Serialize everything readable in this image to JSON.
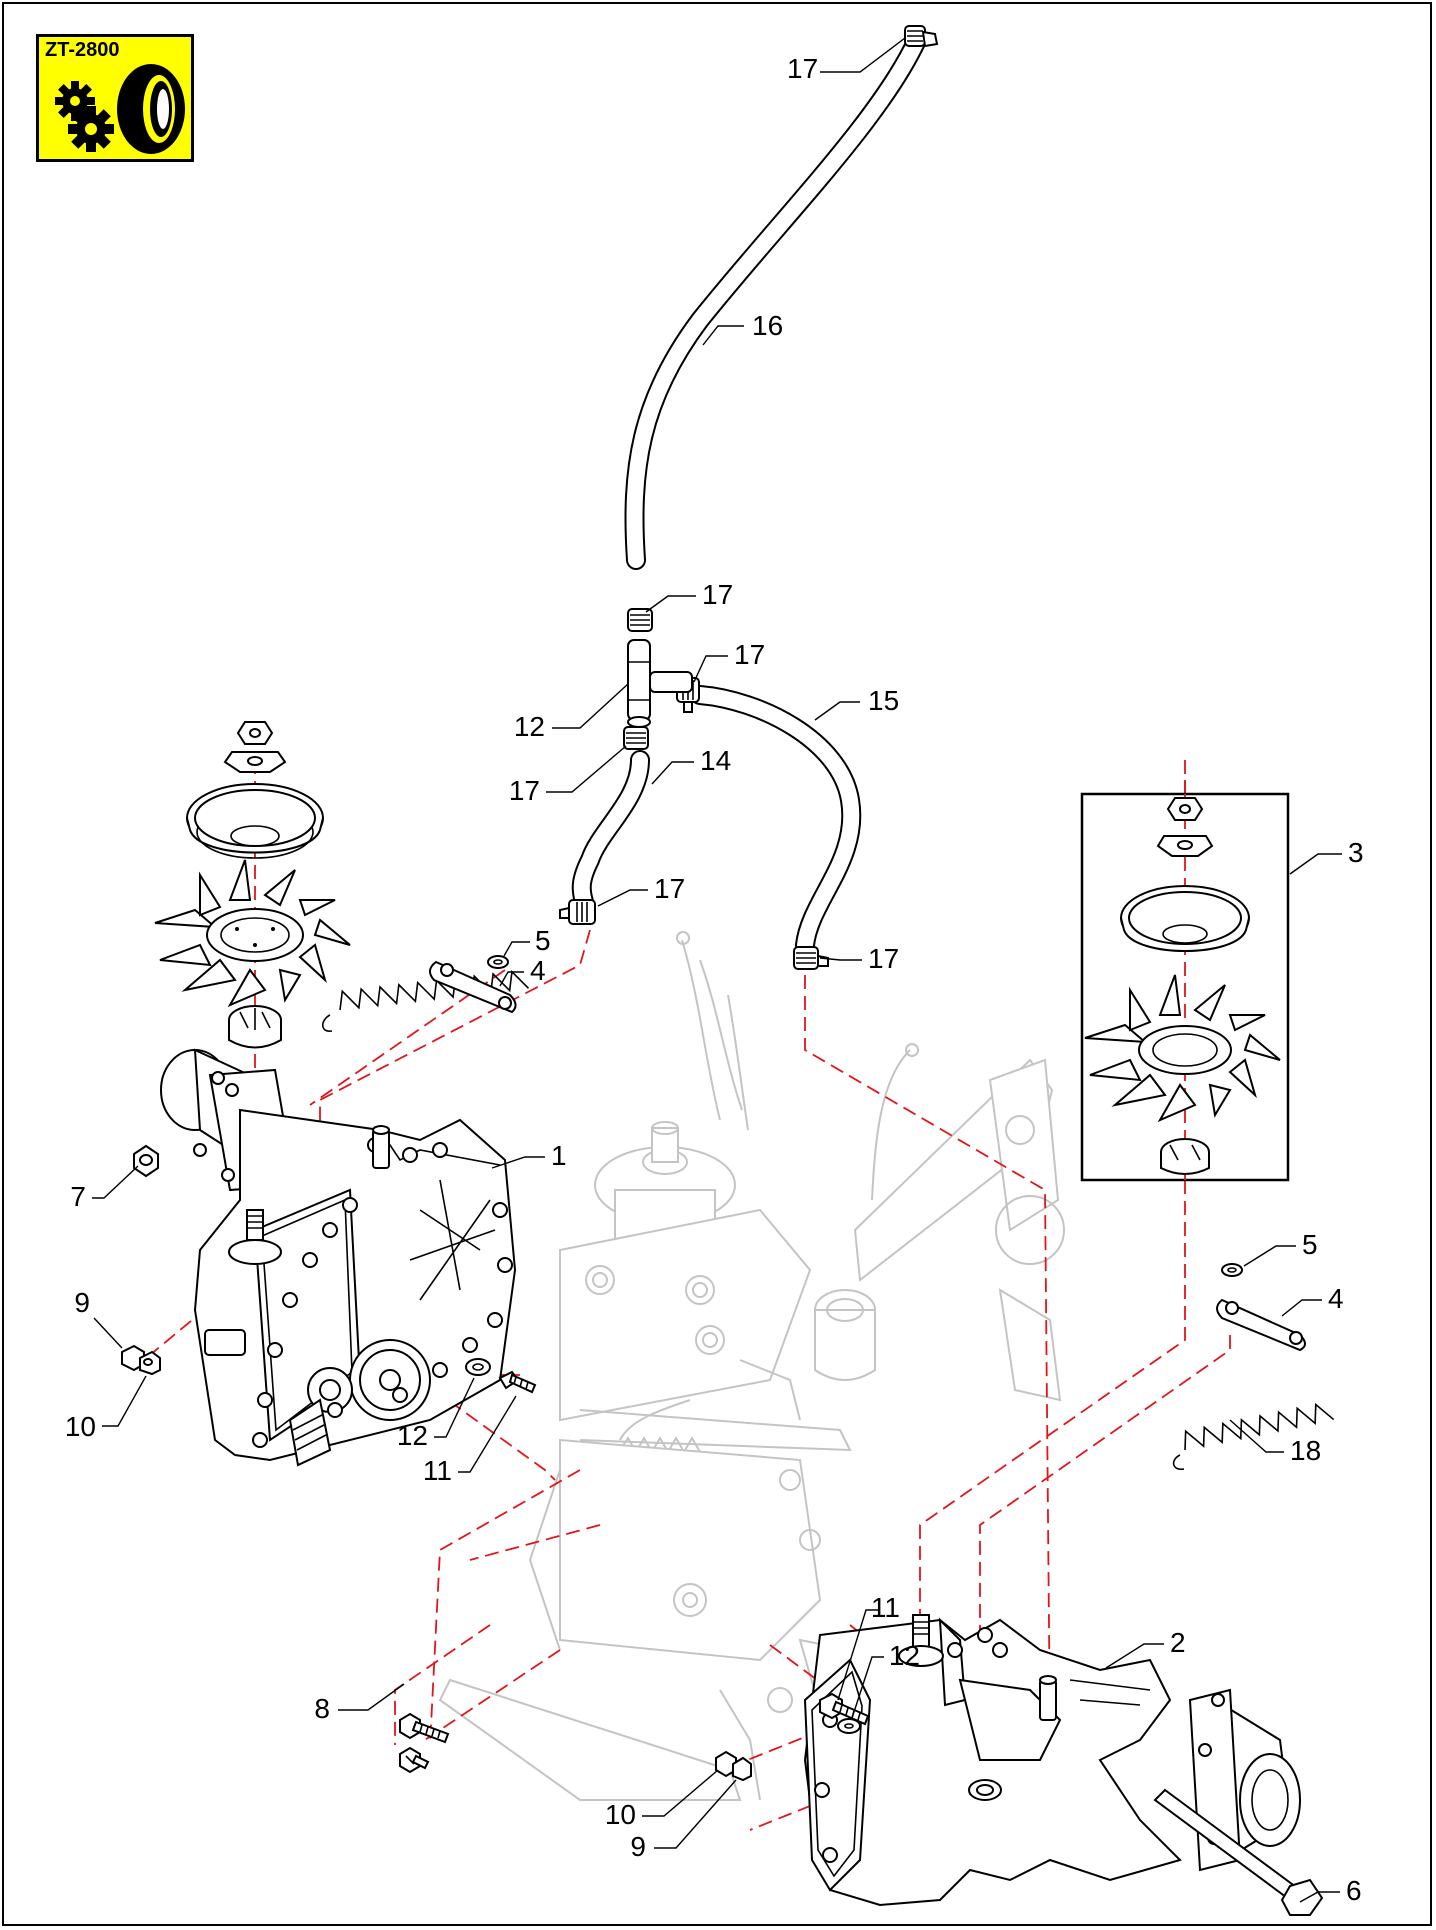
{
  "model_badge": {
    "label": "ZT-2800",
    "icon": "gears-and-tire-icon",
    "background_color": "#ffff00"
  },
  "colors": {
    "assembly_lines": "#e0161b",
    "frame_ghost": "#c4c4c4",
    "parts": "#000000"
  },
  "callouts": [
    {
      "id": "c17a",
      "label": "17"
    },
    {
      "id": "c16",
      "label": "16"
    },
    {
      "id": "c17b",
      "label": "17"
    },
    {
      "id": "c17c",
      "label": "17"
    },
    {
      "id": "c15",
      "label": "15"
    },
    {
      "id": "c12a",
      "label": "12"
    },
    {
      "id": "c17d",
      "label": "17"
    },
    {
      "id": "c14",
      "label": "14"
    },
    {
      "id": "c17e",
      "label": "17"
    },
    {
      "id": "c17f",
      "label": "17"
    },
    {
      "id": "c5a",
      "label": "5"
    },
    {
      "id": "c4a",
      "label": "4"
    },
    {
      "id": "c3",
      "label": "3"
    },
    {
      "id": "c1",
      "label": "1"
    },
    {
      "id": "c7",
      "label": "7"
    },
    {
      "id": "c9a",
      "label": "9"
    },
    {
      "id": "c10a",
      "label": "10"
    },
    {
      "id": "c12b",
      "label": "12"
    },
    {
      "id": "c11a",
      "label": "11"
    },
    {
      "id": "c5b",
      "label": "5"
    },
    {
      "id": "c4b",
      "label": "4"
    },
    {
      "id": "c18",
      "label": "18"
    },
    {
      "id": "c11b",
      "label": "11"
    },
    {
      "id": "c12c",
      "label": "12"
    },
    {
      "id": "c2",
      "label": "2"
    },
    {
      "id": "c8",
      "label": "8"
    },
    {
      "id": "c10b",
      "label": "10"
    },
    {
      "id": "c9b",
      "label": "9"
    },
    {
      "id": "c6",
      "label": "6"
    }
  ]
}
